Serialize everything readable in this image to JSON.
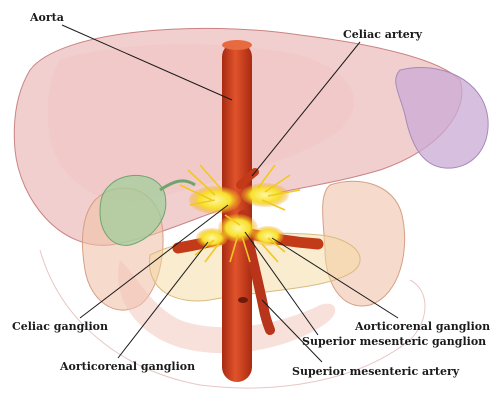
{
  "labels": {
    "aorta": "Aorta",
    "celiac_artery": "Celiac artery",
    "celiac_ganglion": "Celiac ganglion",
    "aorticorenal_ganglion_left": "Aorticorenal ganglion",
    "aorticorenal_ganglion_right": "Aorticorenal ganglion",
    "superior_mesenteric_ganglion": "Superior mesenteric ganglion",
    "superior_mesenteric_artery": "Superior mesenteric artery"
  },
  "colors": {
    "liver": "#e8a7a7",
    "stomach": "#c9a9d6",
    "gallbladder": "#9ccf9a",
    "kidney": "#f0c2a8",
    "pancreas": "#f4d9a0",
    "aorta": "#d2401d",
    "ganglion": "#f7e02a",
    "leader_line": "#1a1a1a"
  }
}
